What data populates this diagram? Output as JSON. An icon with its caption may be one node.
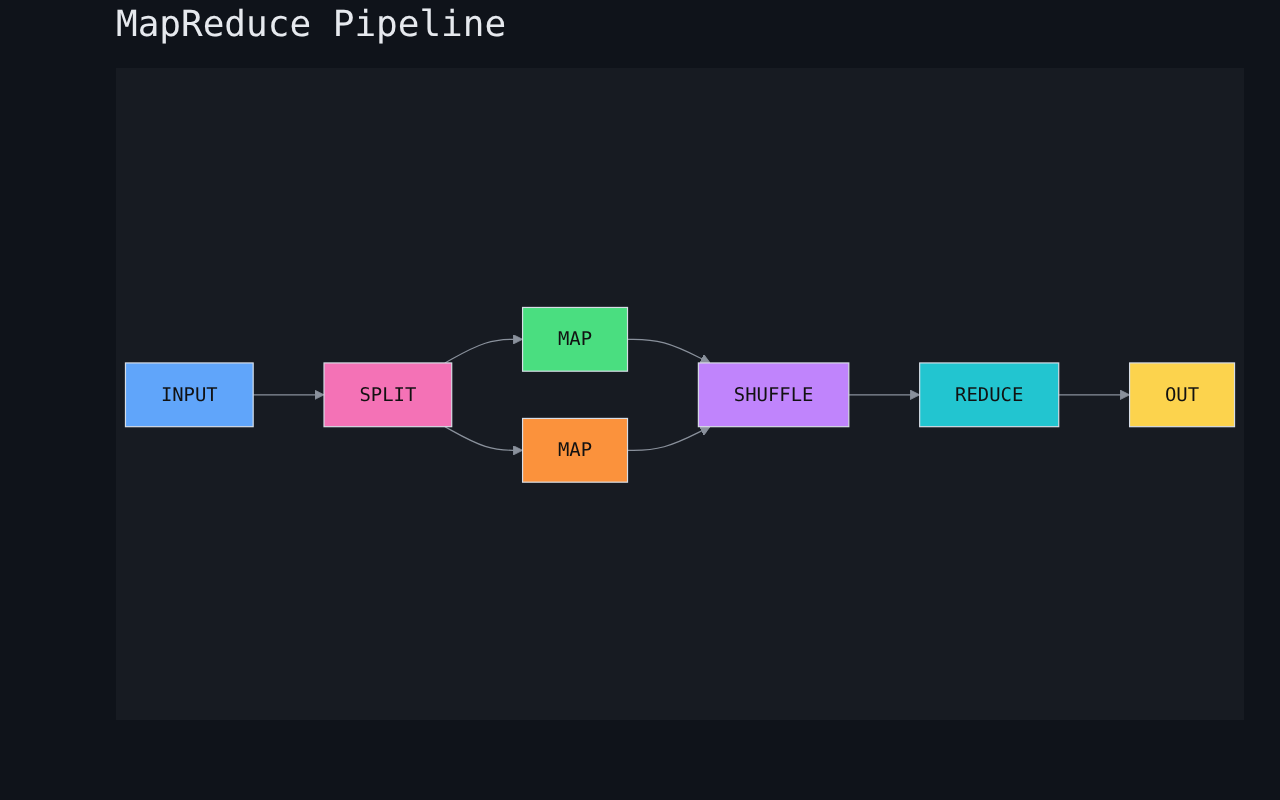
{
  "diagram": {
    "title": "MapReduce Pipeline",
    "nodes": [
      {
        "text": [
          "INPUT"
        ]
      },
      {
        "text": [
          "SPLIT"
        ]
      },
      {
        "text": [
          "MAP"
        ]
      },
      {
        "text": [
          "MAP"
        ]
      },
      {
        "text": [
          "SHUFFLE"
        ]
      },
      {
        "text": [
          "REDUCE"
        ]
      },
      {
        "text": [
          "OUT"
        ]
      }
    ],
    "edges": [
      {
        "from": 0,
        "to": 1,
        "arrow": "to"
      },
      {
        "from": 1,
        "to": 2,
        "arrow": "to"
      },
      {
        "from": 1,
        "to": 3,
        "arrow": "to"
      },
      {
        "from": 2,
        "to": 4,
        "arrow": "to"
      },
      {
        "from": 3,
        "to": 4,
        "arrow": "to"
      },
      {
        "from": 4,
        "to": 5,
        "arrow": "to"
      },
      {
        "from": 5,
        "to": 6,
        "arrow": "to"
      }
    ]
  }
}
